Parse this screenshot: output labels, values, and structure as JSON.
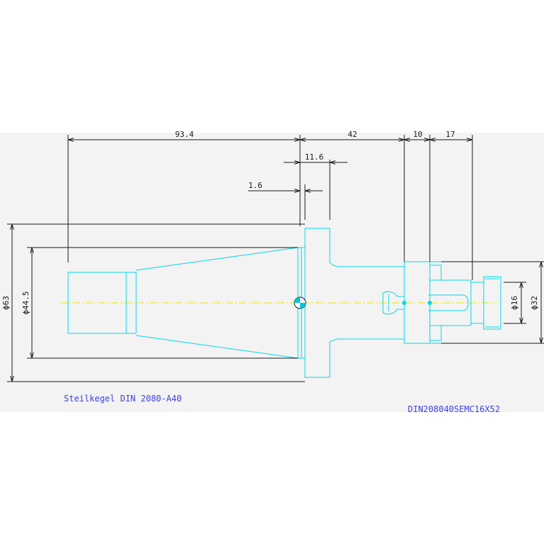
{
  "dimensions": {
    "length_taper": "93.4",
    "length_body": "42",
    "length_collar": "10",
    "length_stub": "17",
    "flange_offset": "11.6",
    "gap": "1.6",
    "dia_63": "ϕ63",
    "dia_44_5": "ϕ44.5",
    "dia_16": "ϕ16",
    "dia_32": "ϕ32"
  },
  "captions": {
    "left": "Steilkegel DIN 2080-A40",
    "right": "DIN208040SEMC16X52"
  },
  "colors": {
    "part_outline": "#00d8e8",
    "centerline": "#e8e800",
    "dimension_lines": "#1a1a1a",
    "caption_text": "#4040e0",
    "background": "#f3f3f3"
  }
}
